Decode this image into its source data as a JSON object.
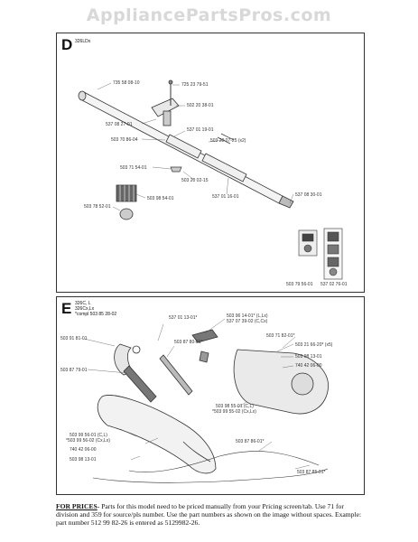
{
  "watermark": "AppliancePartsPros.com",
  "section_d": {
    "letter": "D",
    "model": "326LDx",
    "parts": {
      "p1": "735 58 08-10",
      "p2": "725 23 79-51",
      "p3": "502 20 38-01",
      "p4": "537 08 27-01",
      "p5": "537 01 19-01",
      "p6": "503 70 86-04",
      "p7": "503 20 07-25 (x2)",
      "p8": "503 71 54-01",
      "p9": "503 20 02-15",
      "p10": "537 01 16-01",
      "p11": "537 08 30-01",
      "p12": "503 98 54-01",
      "p13": "503 78 52-01",
      "p14": "503 79 56-01",
      "p15": "537 02 76-01"
    }
  },
  "section_e": {
    "letter": "E",
    "model_line1": "326C, L",
    "model_line2": "326Cx,Lx",
    "model_line3": "*compl 503 85 28-02",
    "parts": {
      "q1": "537 01 13-01*",
      "q2": "503 96 14-01* (L,Lx)",
      "q3": "537 07 39-02 (C,Cx)",
      "q4": "503 91 81-01",
      "q5": "503 87 80-01*",
      "q6": "503 71 82-01*",
      "q7": "503 21 66-20* (x5)",
      "q8": "503 98 13-01",
      "q9": "503 87 79-01",
      "q10": "740 42 06-00",
      "q11": "503 98 55-01 (C,L)",
      "q12": "*503 99 55-02 (Cx,Lx)",
      "q13": "503 99 56-01 (C,L)",
      "q14": "*503 99 56-02 (Cx,Lx)",
      "q15": "740 42 06-00",
      "q16": "503 98 13-01",
      "q17": "503 87 86-01*",
      "q18": "503 87 85-01*"
    }
  },
  "footer": {
    "heading": "FOR PRICES",
    "text": "- Parts for this model need to be priced manually from your Pricing screen/tab. Use 71 for division and 359 for source/pls number.  Use the part numbers as shown on the image without spaces.  Example: part number 512 99 82-26 is entered as 5129982-26."
  }
}
